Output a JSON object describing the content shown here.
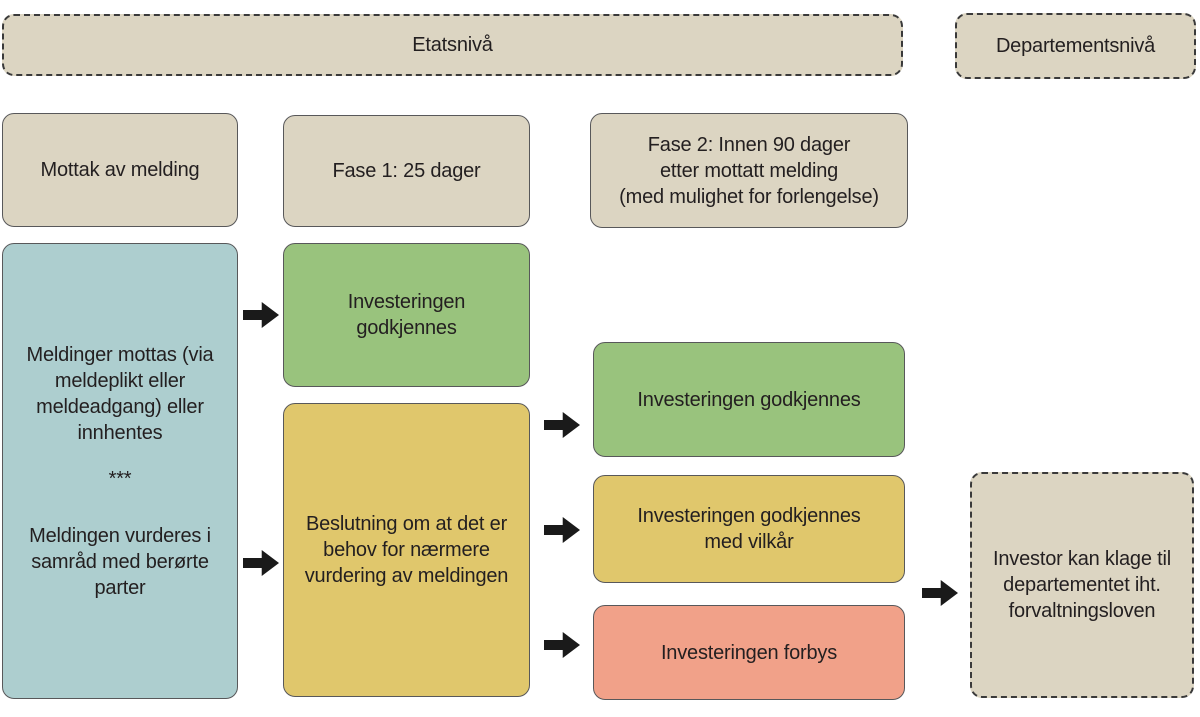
{
  "lanes": {
    "agency": {
      "label": "Etatsnivå"
    },
    "ministry": {
      "label": "Departementsnivå"
    }
  },
  "phases": {
    "receipt": {
      "label": "Mottak av melding"
    },
    "phase1": {
      "label": "Fase 1: 25 dager"
    },
    "phase2": {
      "label": "Fase 2: Innen 90 dager\netter mottatt melding\n(med mulighet for forlengelse)"
    }
  },
  "nodes": {
    "intake": {
      "text_top": "Meldinger mottas (via\nmeldeplikt eller\nmeldeadgang) eller\ninnhentes",
      "separator": "***",
      "text_bottom": "Meldingen vurderes i\nsamråd med berørte\nparter",
      "color": "#adcecf"
    },
    "approve_phase1": {
      "label": "Investeringen\ngodkjennes",
      "color": "#99c37d"
    },
    "further_assessment": {
      "label": "Beslutning om at det er\nbehov for nærmere\nvurdering av meldingen",
      "color": "#e0c76c"
    },
    "approve_phase2": {
      "label": "Investeringen godkjennes",
      "color": "#99c37d"
    },
    "approve_with_conditions": {
      "label": "Investeringen godkjennes\nmed vilkår",
      "color": "#e0c76c"
    },
    "prohibit": {
      "label": "Investeringen forbys",
      "color": "#f1a189"
    },
    "appeal": {
      "label": "Investor kan klage til\ndepartementet iht.\nforvaltningsloven",
      "color": "#dcd5c2"
    }
  },
  "colors": {
    "header_fill": "#dcd5c2",
    "solid_border": "#58585a",
    "dashed_border": "#3a3a3a",
    "text": "#231f20",
    "arrow": "#1a1a1a",
    "background": "#ffffff"
  }
}
